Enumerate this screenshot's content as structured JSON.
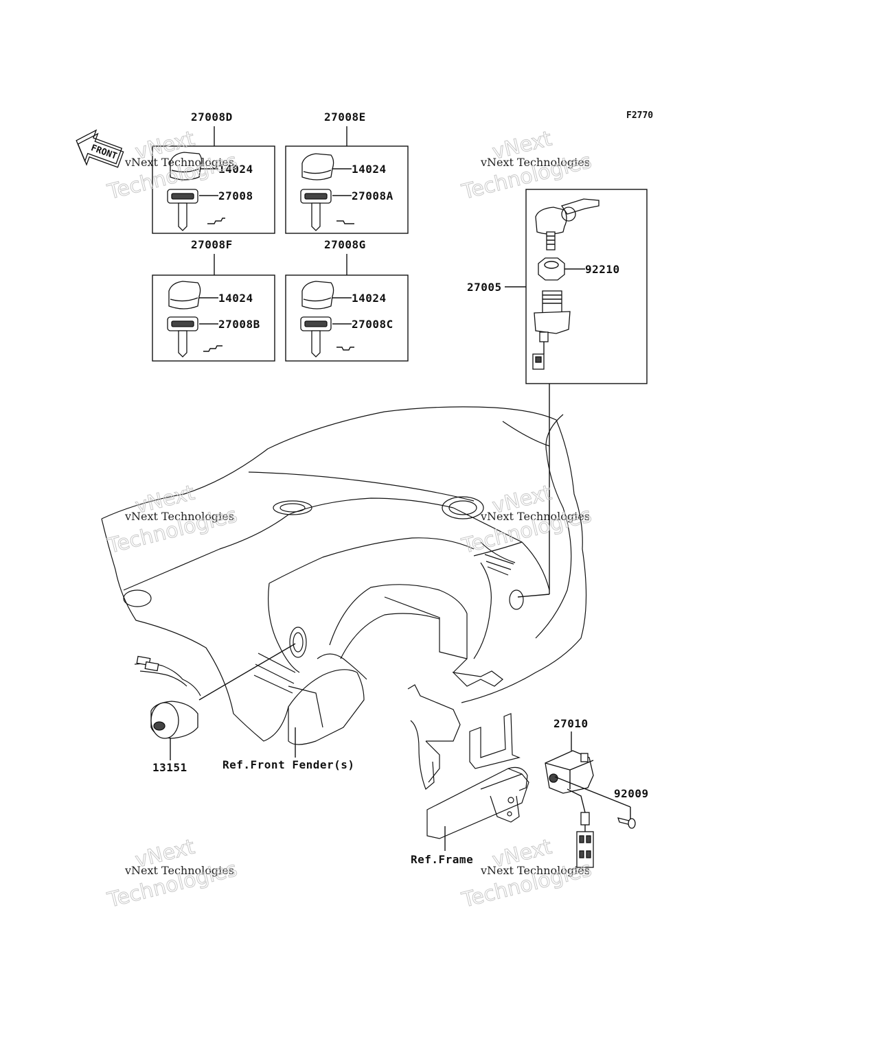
{
  "figure_code": "F2770",
  "front_arrow_label": "FRONT",
  "watermark": {
    "line1": "vNext Technologies",
    "line2": "vNext",
    "line3": "Technologies"
  },
  "kit_boxes": [
    {
      "kit": "27008D",
      "cap": "14024",
      "key": "27008"
    },
    {
      "kit": "27008E",
      "cap": "14024",
      "key": "27008A"
    },
    {
      "kit": "27008F",
      "cap": "14024",
      "key": "27008B"
    },
    {
      "kit": "27008G",
      "cap": "14024",
      "key": "27008C"
    }
  ],
  "switch_assembly": {
    "assembly": "27005",
    "nut": "92210"
  },
  "parts": {
    "socket": "13151",
    "switch_unit": "27010",
    "screw": "92009"
  },
  "references": {
    "front_fender": "Ref.Front Fender(s)",
    "frame": "Ref.Frame"
  }
}
